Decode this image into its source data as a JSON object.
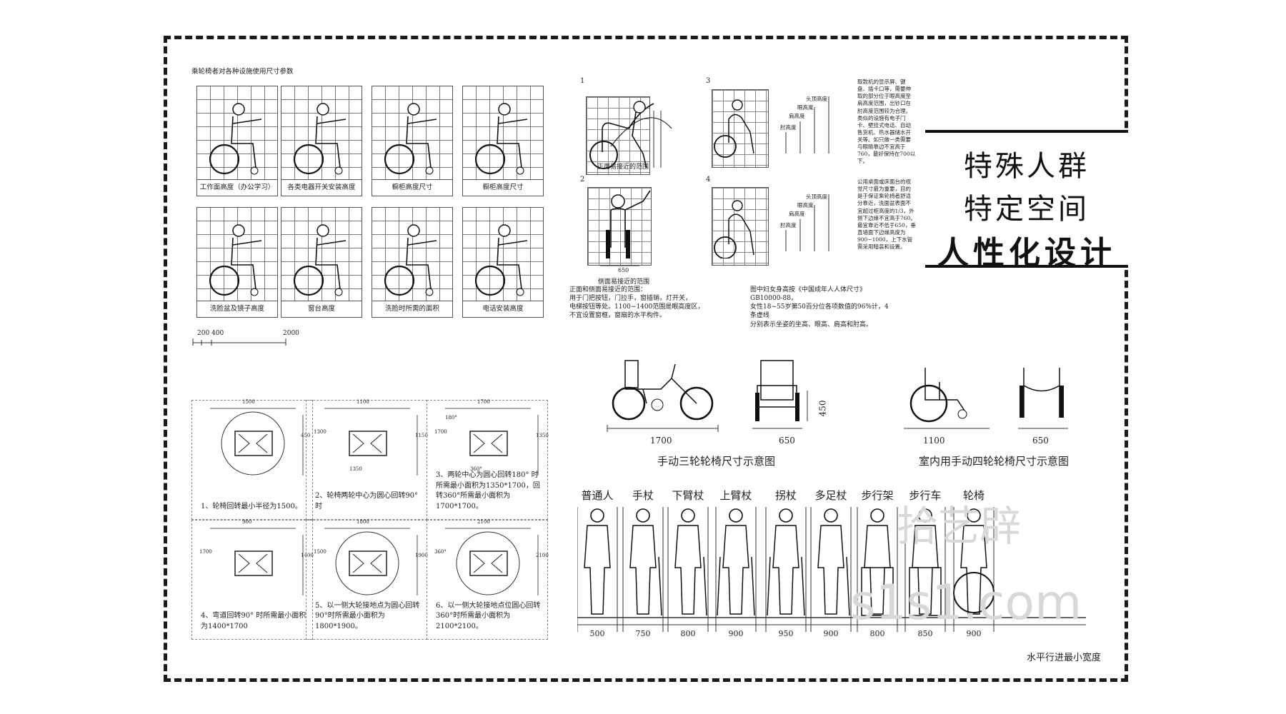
{
  "title": {
    "line1": "特殊人群",
    "line2": "特定空间",
    "line3": "人性化设计"
  },
  "grid_section": {
    "heading": "乘轮椅者对各种设施使用尺寸参数",
    "cells": [
      "工作面高度（办公学习）",
      "各类电器开关安装高度",
      "橱柜高度尺寸",
      "橱柜高度尺寸",
      "洗脸盆及镜子高度",
      "窗台高度",
      "洗脸时所需的面积",
      "电话安装高度"
    ],
    "scale": {
      "left": "200 400",
      "right": "2000"
    }
  },
  "reach": {
    "n1": "1",
    "n2": "2",
    "n3": "3",
    "n4": "4",
    "cap1": "正面易接近的范围",
    "cap2": "侧面易接近的范围",
    "dims_b": "650",
    "labels_3": [
      "头顶高度",
      "眼高度",
      "肩高度",
      "肘高度"
    ],
    "labels_4": [
      "头顶高度",
      "眼高度",
      "肩高度",
      "肘高度"
    ],
    "note_left": "正面和侧面易接近的范围：\n用于门把按钮，门拉手，窗插销，灯开关，\n电梯按钮等处。1100~1400范围是眼高度区，\n不宜设置窗框，窗扇的水平构件。",
    "note_right": "图中妇女身高按《中国成年人人体尺寸》GB10000-88，\n女性18~55岁第50百分位各项数值的96%计，4条虚线\n分别表示坐姿的坐高、眼高、肩高和肘高。",
    "side_text_1": "取款机的显示屏、键盘、插卡口等，需要伸取的部分位于眼高度至肩高度范围，出钞口在肘高度范围较为合理。类似的设施有电子门卡、壁挂式电话、自动售货机、热水器储水开关等。如只做一类需要与眼睛靠边不宜高于760，最好保持在700以下。",
    "side_text_2": "公用桌面或床面台的视觉尺寸最为重要，目的是于保证乘轮椅者舒适分靠近，洗面盆表面不宜超过柜高度的1/3，外侧下边缘不宜高于760。最宜靠近不低于650，垂直墙面下边缘高度为900~1000，上下水管需采用暗装和设置。"
  },
  "turning": {
    "cells": [
      {
        "text": "1、轮椅回转最小半径为1500。",
        "dims": [
          "1500",
          "450"
        ]
      },
      {
        "text": "2、轮椅两轮中心为圆心回转90° 时",
        "dims": [
          "1100",
          "1150",
          "1300",
          "1350"
        ]
      },
      {
        "text": "3、两轮中心为圆心回转180° 时所需最小面积为1350*1700，回转360°所需最小面积为1700*1700。",
        "dims": [
          "1700",
          "1350",
          "1700",
          "360°",
          "180°"
        ]
      },
      {
        "text": "4、弯道回转90° 时所需最小面积为1400*1700",
        "dims": [
          "900",
          "1400",
          "1700"
        ]
      },
      {
        "text": "5、以一侧大轮接地点为圆心回转90°时所需最小面积为1800*1900。",
        "dims": [
          "1800",
          "1900",
          "1500"
        ]
      },
      {
        "text": "6、以一侧大轮接地点位圆心回转360°时所需最小面积为2100*2100。",
        "dims": [
          "2100",
          "2100",
          "360°"
        ]
      }
    ]
  },
  "wheelchairs": {
    "tri_len": "1700",
    "tri_w": "650",
    "tri_h": "450",
    "tri_caption": "手动三轮轮椅尺寸示意图",
    "four_len": "1100",
    "four_w": "650",
    "four_caption": "室内用手动四轮轮椅尺寸示意图"
  },
  "pedestrians": {
    "labels": [
      "普通人",
      "手杖",
      "下臂杖",
      "上臂杖",
      "拐杖",
      "多足杖",
      "步行架",
      "步行车",
      "轮椅"
    ],
    "widths": [
      "500",
      "750",
      "800",
      "900",
      "950",
      "900",
      "800",
      "850",
      "900"
    ],
    "caption": "水平行进最小宽度"
  },
  "watermark": {
    "cn": "拾艺辟",
    "en": "s1s1.com"
  }
}
